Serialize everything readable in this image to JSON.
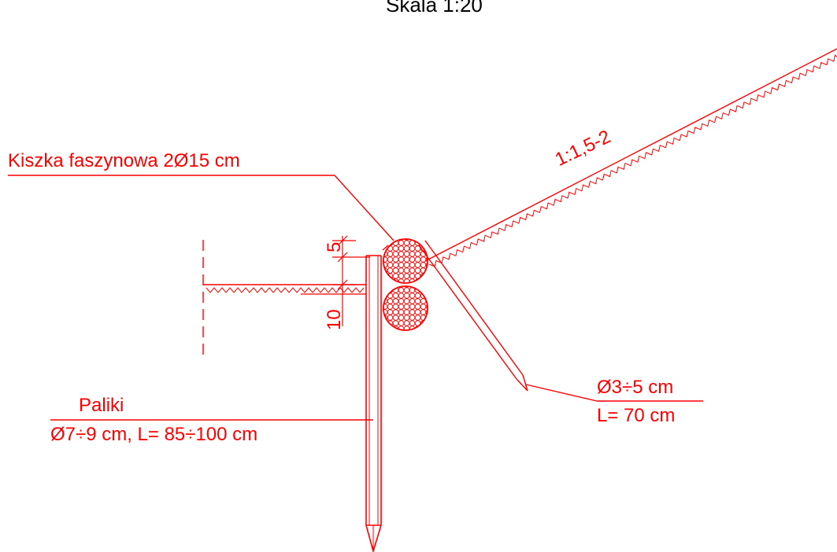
{
  "title": "Skala 1:20",
  "colors": {
    "drawing": "#ff0000",
    "title": "#000000",
    "background": "#ffffff"
  },
  "labels": {
    "fascine": "Kiszka faszynowa 2Ø15 cm",
    "slope": "1:1,5-2",
    "dim_top": "5",
    "dim_bottom": "10",
    "stakes_title": "Paliki",
    "stakes_spec": "Ø7÷9 cm, L= 85÷100 cm",
    "pin_diameter": "Ø3÷5 cm",
    "pin_length": "L= 70 cm"
  }
}
